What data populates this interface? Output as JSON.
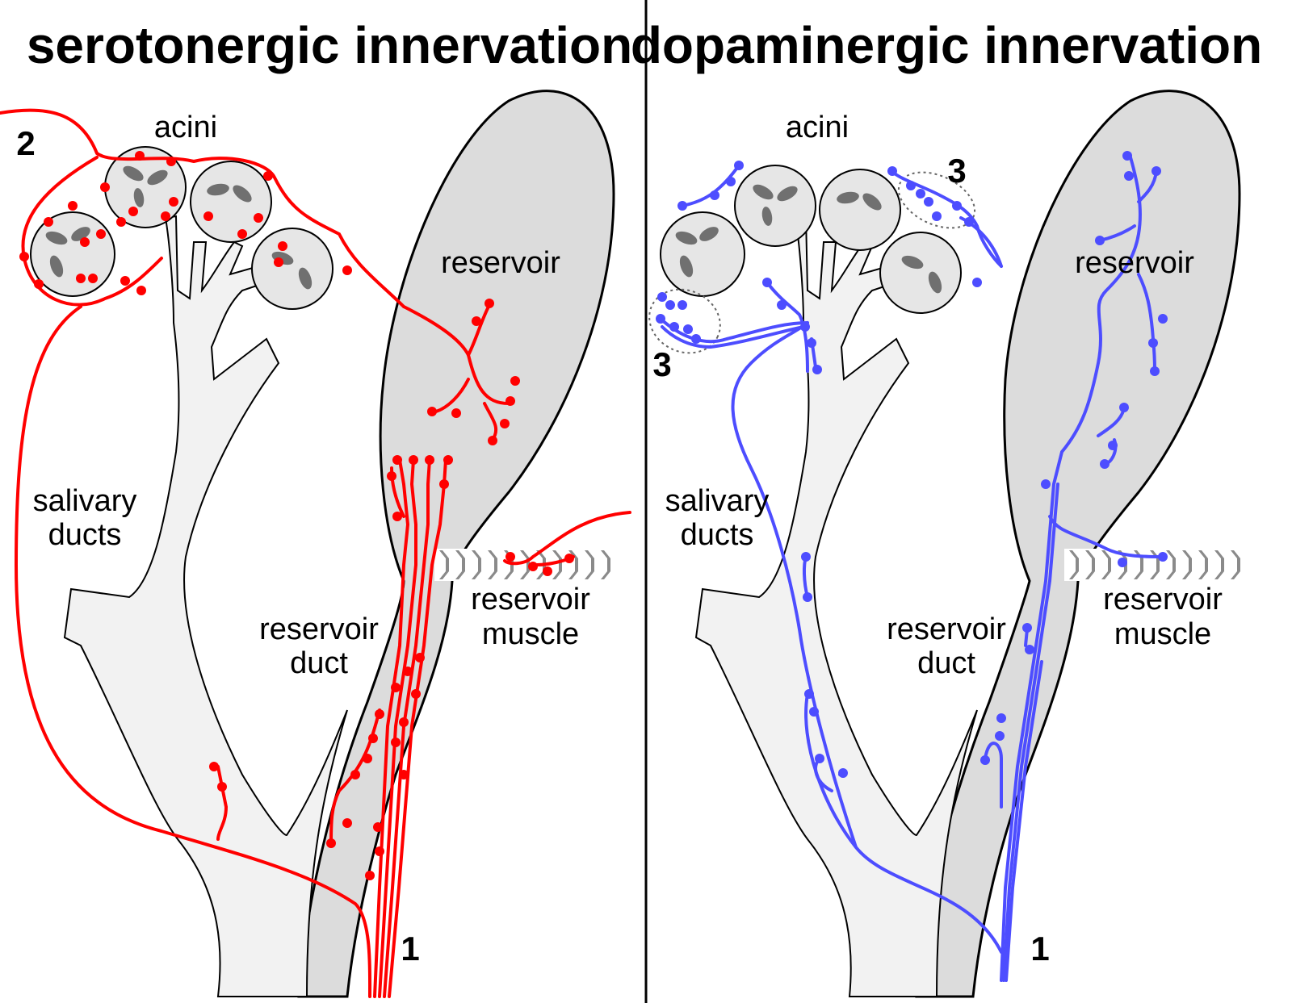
{
  "panels": {
    "left": {
      "title": "serotonergic innervation",
      "labels": {
        "acini": "acini",
        "reservoir": "reservoir",
        "salivary_ducts_1": "salivary",
        "salivary_ducts_2": "ducts",
        "reservoir_duct_1": "reservoir",
        "reservoir_duct_2": "duct",
        "reservoir_muscle_1": "reservoir",
        "reservoir_muscle_2": "muscle"
      },
      "markers": {
        "m1": "1",
        "m2": "2"
      }
    },
    "right": {
      "title": "dopaminergic innervation",
      "labels": {
        "acini": "acini",
        "reservoir": "reservoir",
        "salivary_ducts_1": "salivary",
        "salivary_ducts_2": "ducts",
        "reservoir_duct_1": "reservoir",
        "reservoir_duct_2": "duct",
        "reservoir_muscle_1": "reservoir",
        "reservoir_muscle_2": "muscle"
      },
      "markers": {
        "m1": "1",
        "m3a": "3",
        "m3b": "3"
      }
    }
  },
  "colors": {
    "serotonergic": "#ff0000",
    "dopaminergic": "#4d4dff",
    "duct_fill": "#f2f2f2",
    "reservoir_fill": "#dcdcdc",
    "acinus_fill": "#e6e6e6",
    "nucleus": "#707070",
    "muscle": "#8a8a8a"
  }
}
